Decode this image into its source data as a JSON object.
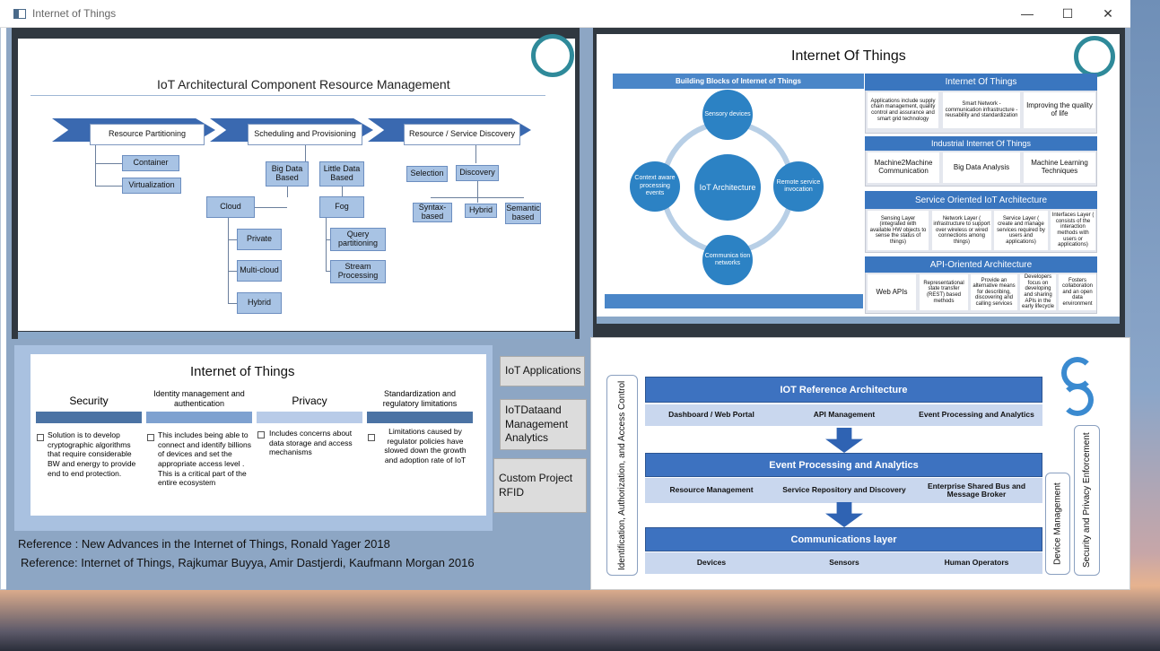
{
  "window": {
    "title": "Internet of Things",
    "minimize": "—",
    "maximize": "☐",
    "close": "✕"
  },
  "slide1": {
    "title": "IoT Architectural Component Resource Management",
    "chevrons": [
      "Resource Partitioning",
      "Scheduling and Provisioning",
      "Resource / Service Discovery"
    ],
    "partition": [
      "Container",
      "Virtualization"
    ],
    "sched": [
      "Big Data Based",
      "Little Data Based"
    ],
    "cloud": "Cloud",
    "cloud_items": [
      "Private",
      "Multi-cloud",
      "Hybrid"
    ],
    "fog": "Fog",
    "fog_items": [
      "Query partitioning",
      "Stream Processing"
    ],
    "disc": [
      "Selection",
      "Discovery"
    ],
    "disc_items": [
      "Syntax-based",
      "Hybrid",
      "Semantic based"
    ]
  },
  "slide2": {
    "title": "Internet  Of  Things",
    "bb_title": "Building Blocks of Internet of Things",
    "circles": {
      "center": "IoT Architecture",
      "top": "Sensory devices",
      "right": "Remote service invocation",
      "bottom": "Communica tion networks",
      "left": "Context aware processing events"
    },
    "iot": {
      "header": "Internet Of Things",
      "cells": [
        "Applications include supply chain management, quality control and assurance and smart grid technology",
        "Smart Network - communication infrastructure -reusability and standardization",
        "Improving the quality of life"
      ]
    },
    "iiot": {
      "header": "Industrial Internet Of Things",
      "cells": [
        "Machine2Machine Communication",
        "Big Data Analysis",
        "Machine Learning Techniques"
      ]
    },
    "soa": {
      "header": "Service Oriented IoT Architecture",
      "cells": [
        "Sensing Layer (integrated with available HW objects to sense the status of things)",
        "Network Layer ( infrastructure to support over wireless or wired connections among things)",
        "Service Layer ( create and manage services required by users and applications)",
        "Interfaces Layer ( consists of the interaction methods with users or applications)"
      ]
    },
    "api": {
      "header": "API-Oriented Architecture",
      "cells": [
        "Web APIs",
        "Representational state transfer (REST) based methods",
        "Provide an alternative means for describing, discovering and calling services",
        "Developers focus on developing and sharing APIs in the early lifecycle",
        "Fosters collaboration and an open data environment"
      ]
    }
  },
  "slide3": {
    "title": "Internet of Things",
    "cols": [
      {
        "head": "Security",
        "text": "Solution is to develop cryptographic algorithms that require considerable BW and energy to provide end to end protection."
      },
      {
        "head": "Identity management and authentication",
        "text": "This includes being able to connect and identify billions of devices  and set the appropriate access level . This is a critical part of the entire ecosystem"
      },
      {
        "head": "Privacy",
        "text": "Includes concerns about data storage and access mechanisms"
      },
      {
        "head": "Standardization and regulatory limitations",
        "text": "Limitations caused by regulator policies have slowed down the growth and adoption rate of IoT"
      }
    ]
  },
  "side": [
    "IoT Applications",
    "IoTDataand Management Analytics",
    "Custom Project RFID"
  ],
  "refs": [
    "Reference : New Advances in the Internet of Things, Ronald Yager 2018",
    "Reference: Internet of Things, Rajkumar Buyya, Amir Dastjerdi, Kaufmann Morgan 2016"
  ],
  "slide4": {
    "left_label": "Identification, Authorization, and Access Control",
    "device": "Device  Management",
    "security": "Security and Privacy Enforcement",
    "layers": [
      {
        "header": "IOT Reference Architecture",
        "items": [
          "Dashboard  / Web Portal",
          "API Management",
          "Event Processing and Analytics"
        ]
      },
      {
        "header": "Event Processing and Analytics",
        "items": [
          "Resource Management",
          "Service Repository and Discovery",
          "Enterprise Shared Bus and Message Broker"
        ]
      },
      {
        "header": "Communications layer",
        "items": [
          "Devices",
          "Sensors",
          "Human Operators"
        ]
      }
    ]
  }
}
